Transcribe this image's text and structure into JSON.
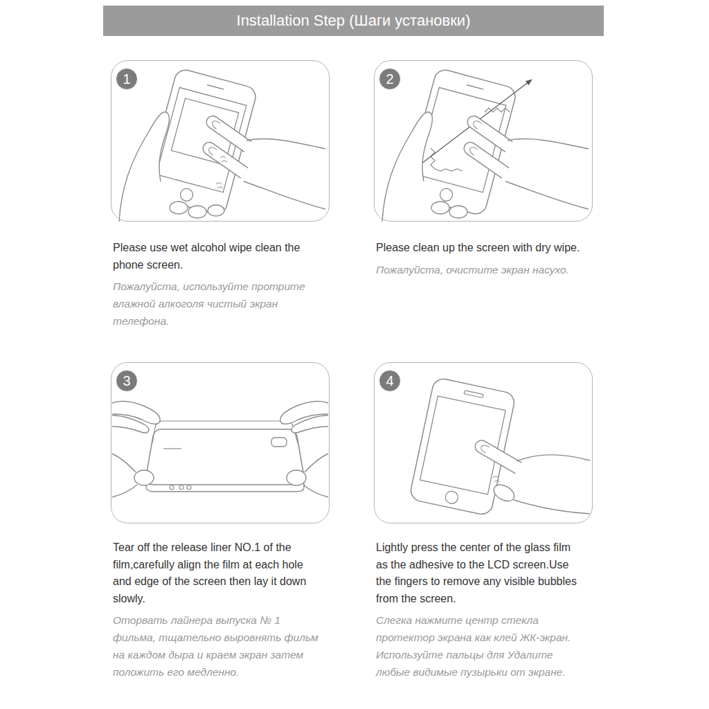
{
  "diagram": {
    "title": "Installation Step (Шаги установки)",
    "nodes": [
      {
        "text": [
          "Please use wet alcohol wipe clean the phone screen.",
          "Пожалуйста, используйте протрите влажной алкоголя чистый экран телефона."
        ]
      },
      {
        "text": [
          "1"
        ],
        "in": 0
      },
      {
        "text": [
          "Please clean up the screen with dry wipe.",
          "Пожалуйста, очистите экран насухо."
        ]
      },
      {
        "text": [
          "2"
        ],
        "in": 2
      },
      {
        "text": [
          "Tear off the release liner NO.1 of the film,carefully align the film at each hole and edge of the screen then lay it down slowly.",
          "Оторвать лайнера выпуска № 1 фильма, тщательно выровнять фильм на каждом дыра и краем экран затем положить его медленно."
        ]
      },
      {
        "text": [
          "3"
        ],
        "in": 4
      },
      {
        "text": [
          "Lightly press the center of the glass film as the adhesive to the LCD screen.Use the fingers to remove any visible bubbles from the screen.",
          "Слегка нажмите центр стекла протектор экрана как клей ЖК-экран. Используйте пальцы для Удалите любые видимые пузырьки от экране."
        ]
      },
      {
        "text": [
          "4"
        ],
        "in": 6
      }
    ]
  }
}
